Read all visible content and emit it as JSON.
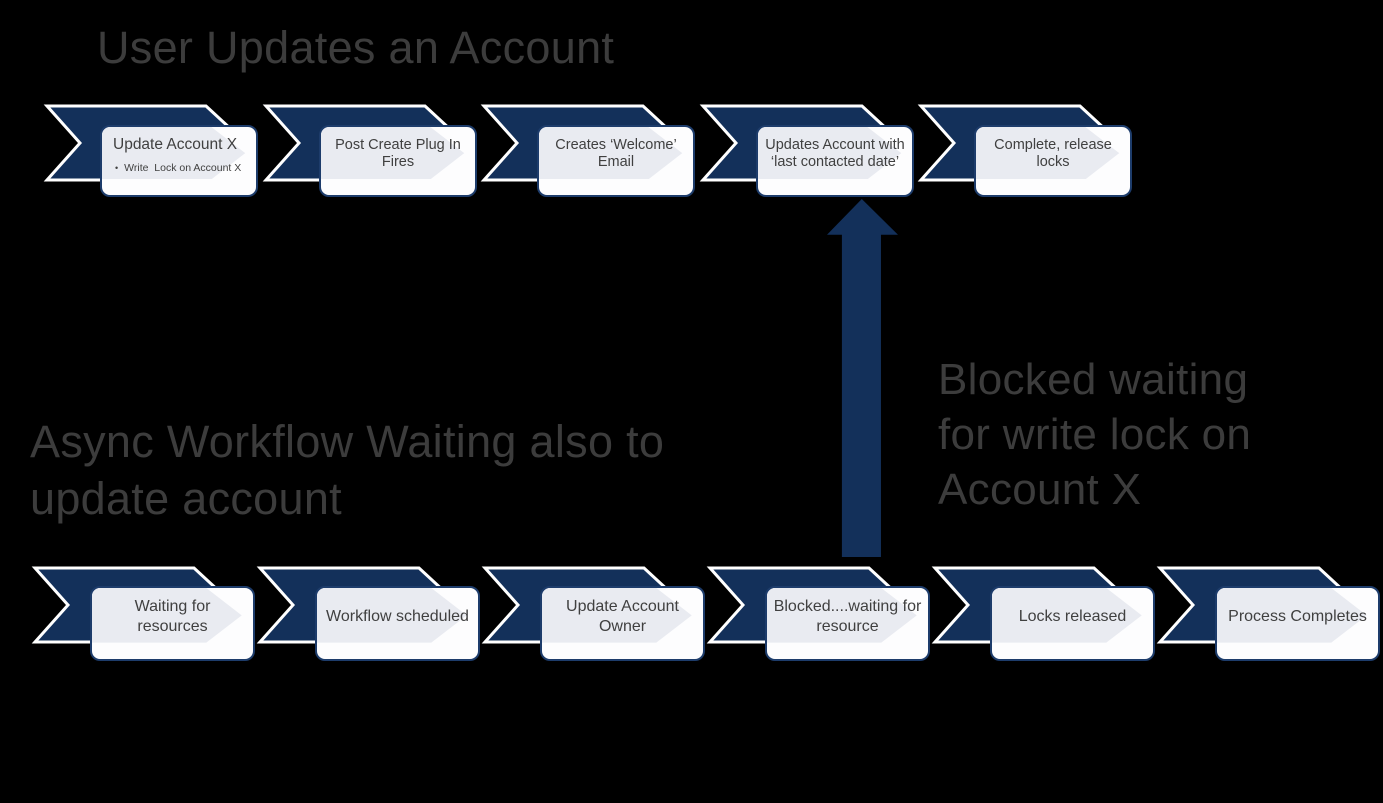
{
  "colors": {
    "background": "#000000",
    "chevron_fill": "#13305a",
    "chevron_outline": "#ffffff",
    "card_border": "#1d3c6b",
    "card_background": "#fdfdfe",
    "card_watermark": "#e9ebf1",
    "card_text": "#404040",
    "title_text": "#3c3c3c",
    "arrow_fill": "#13305a"
  },
  "top_flow": {
    "title": "User Updates an Account",
    "steps": [
      {
        "label": "Update Account X",
        "bullet": "Write  Lock on Account X"
      },
      {
        "label": "Post Create Plug In Fires"
      },
      {
        "label": "Creates ‘Welcome’ Email"
      },
      {
        "label": "Updates Account with ‘last contacted date’"
      },
      {
        "label": "Complete, release locks"
      }
    ]
  },
  "bottom_flow": {
    "title_lines": {
      "line1": "Async Workflow Waiting also to",
      "line2": "update account"
    },
    "steps": [
      {
        "label": "Waiting for resources"
      },
      {
        "label": "Workflow scheduled"
      },
      {
        "label": "Update Account Owner"
      },
      {
        "label": "Blocked....waiting for resource"
      },
      {
        "label": "Locks released"
      },
      {
        "label": "Process Completes"
      }
    ]
  },
  "annotation": {
    "line1": "Blocked waiting",
    "line2": "for write lock on",
    "line3": "Account X"
  }
}
